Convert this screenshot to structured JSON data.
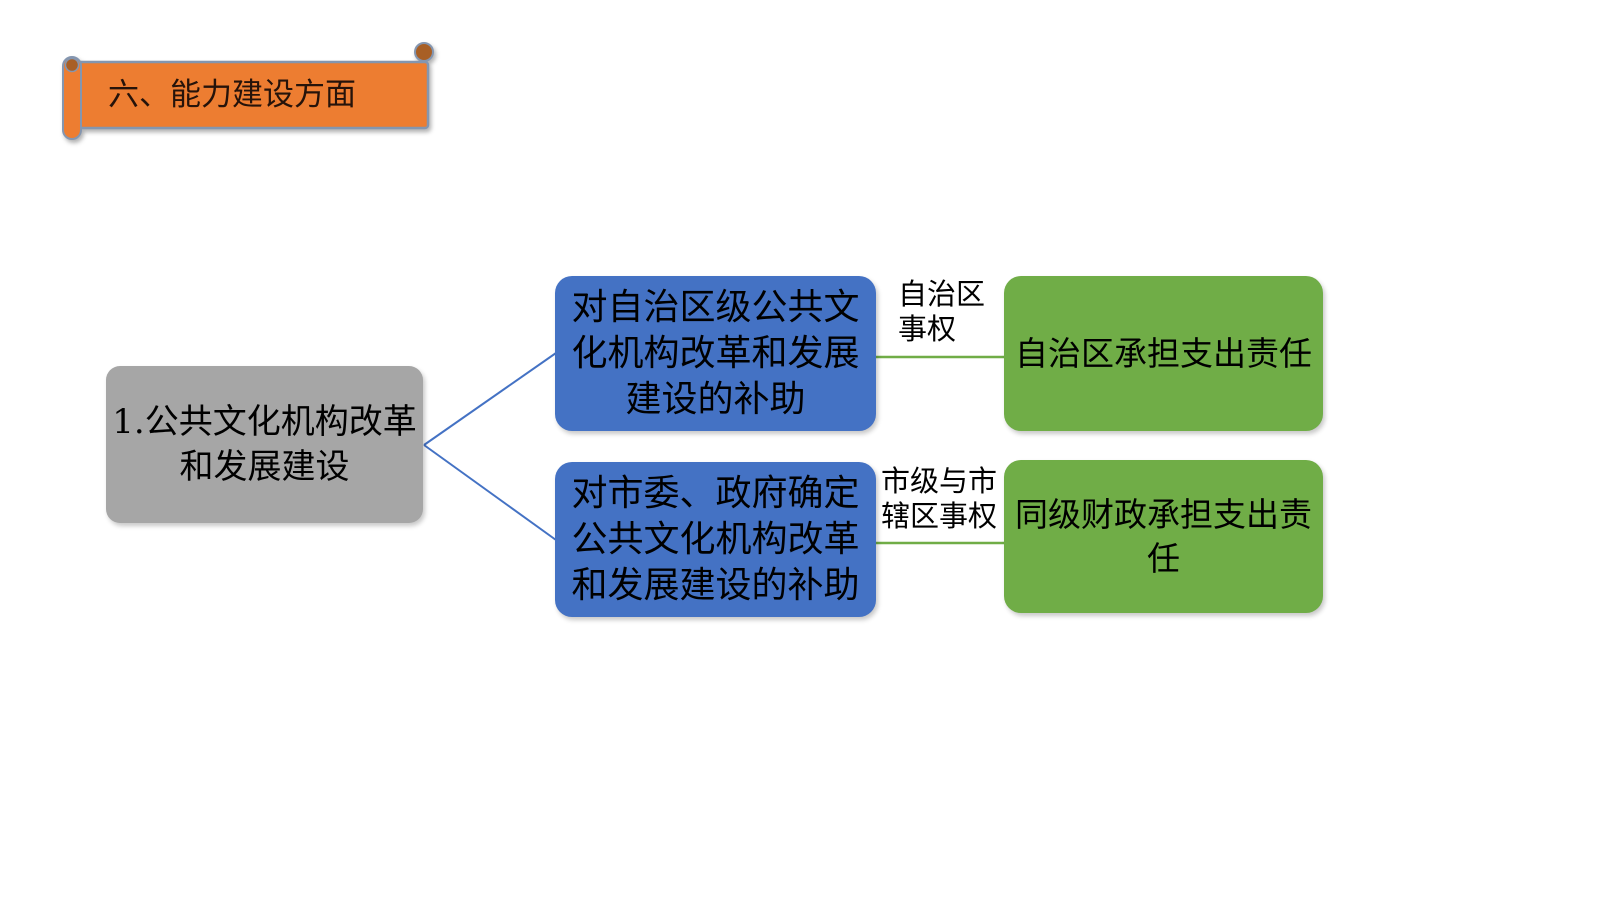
{
  "banner": {
    "title": "六、能力建设方面",
    "fill": "#ED7D31",
    "border": "#8496B0",
    "knob_fill": "#A85F25",
    "text_color": "#26130A"
  },
  "colors": {
    "root_fill": "#A6A6A6",
    "policy_fill": "#4472C4",
    "responsibility_fill": "#70AD47",
    "connector_blue": "#4472C4",
    "connector_green": "#70AD47",
    "box_text": "#000000"
  },
  "root_node": {
    "label": "1.公共文化机构改革\n和发展建设"
  },
  "branches": [
    {
      "policy": "对自治区级公共文\n化机构改革和发展\n建设的补助",
      "authority": "自治区\n事权",
      "responsibility": "自治区承担支出责任"
    },
    {
      "policy": "对市委、政府确定\n公共文化机构改革\n和发展建设的补助",
      "authority": "市级与市\n辖区事权",
      "responsibility": "同级财政承担支出责\n任"
    }
  ]
}
